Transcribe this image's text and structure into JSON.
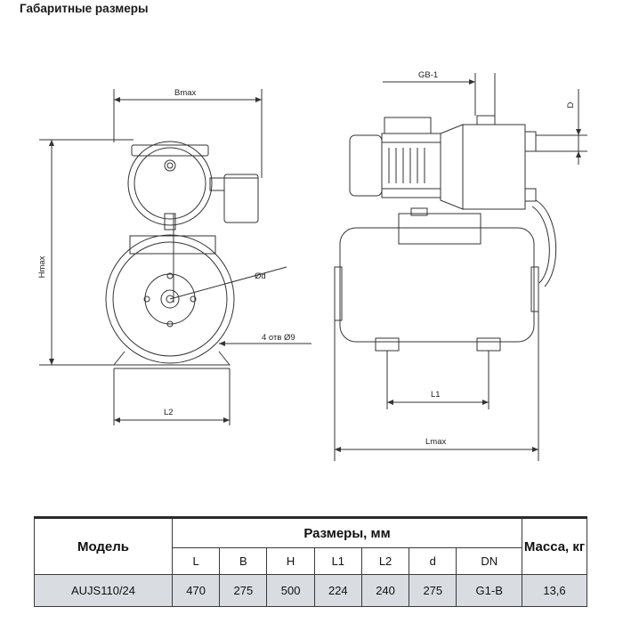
{
  "section_title": "Габаритные размеры",
  "drawing_labels": {
    "bmax": "Bmax",
    "hmax": "Hmax",
    "od": "Ød",
    "holes": "4 отв Ø9",
    "l2": "L2",
    "gb1": "GB-1",
    "d": "D",
    "l1": "L1",
    "lmax": "Lmax"
  },
  "table": {
    "model_header": "Модель",
    "dimensions_header": "Размеры, мм",
    "mass_header": "Масса, кг",
    "columns": [
      "L",
      "B",
      "H",
      "L1",
      "L2",
      "d",
      "DN"
    ],
    "rows": [
      {
        "model": "AUJS110/24",
        "values": [
          "470",
          "275",
          "500",
          "224",
          "240",
          "275",
          "G1-B"
        ],
        "mass": "13,6"
      }
    ]
  }
}
